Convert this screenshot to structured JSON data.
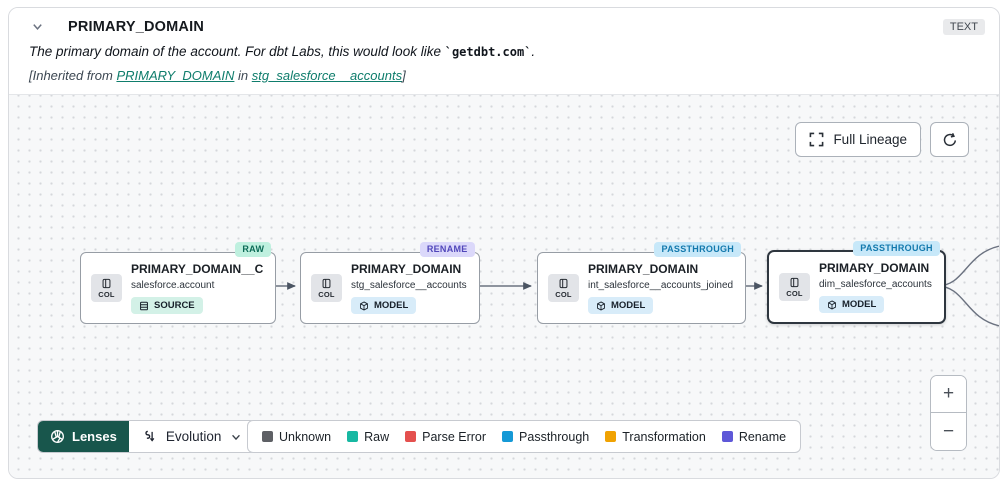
{
  "header": {
    "title": "PRIMARY_DOMAIN",
    "type_badge": "TEXT",
    "description_prefix": "The primary domain of the account. For dbt Labs, this would look like ",
    "description_code": "`getdbt.com`",
    "description_suffix": ".",
    "inherited_prefix": "[Inherited from ",
    "inherited_column_link": "PRIMARY_DOMAIN",
    "inherited_middle": " in ",
    "inherited_model_link": "stg_salesforce__accounts",
    "inherited_suffix": "]"
  },
  "canvas": {
    "full_lineage_label": "Full Lineage",
    "nodes": [
      {
        "title": "PRIMARY_DOMAIN__C",
        "subtitle": "salesforce.account",
        "resource_label": "SOURCE",
        "tag": "RAW",
        "col_label": "COL"
      },
      {
        "title": "PRIMARY_DOMAIN",
        "subtitle": "stg_salesforce__accounts",
        "resource_label": "MODEL",
        "tag": "RENAME",
        "col_label": "COL"
      },
      {
        "title": "PRIMARY_DOMAIN",
        "subtitle": "int_salesforce__accounts_joined",
        "resource_label": "MODEL",
        "tag": "PASSTHROUGH",
        "col_label": "COL"
      },
      {
        "title": "PRIMARY_DOMAIN",
        "subtitle": "dim_salesforce_accounts",
        "resource_label": "MODEL",
        "tag": "PASSTHROUGH",
        "col_label": "COL"
      }
    ]
  },
  "toolbar": {
    "lenses_label": "Lenses",
    "selected_lens": "Evolution",
    "legend": [
      {
        "label": "Unknown",
        "color": "#5e6065"
      },
      {
        "label": "Raw",
        "color": "#17b8a2"
      },
      {
        "label": "Parse Error",
        "color": "#e4504e"
      },
      {
        "label": "Passthrough",
        "color": "#1599d6"
      },
      {
        "label": "Transformation",
        "color": "#f0a202"
      },
      {
        "label": "Rename",
        "color": "#5e58d8"
      }
    ]
  },
  "zoom_controls": {
    "zoom_in": "+",
    "zoom_out": "−"
  },
  "colors": {
    "lenses_button": "#18564c",
    "link": "#0f7d6c",
    "tag_raw_bg": "#bff0df",
    "tag_rename_bg": "#dbd8fa",
    "tag_passthrough_bg": "#c7e8f9"
  }
}
